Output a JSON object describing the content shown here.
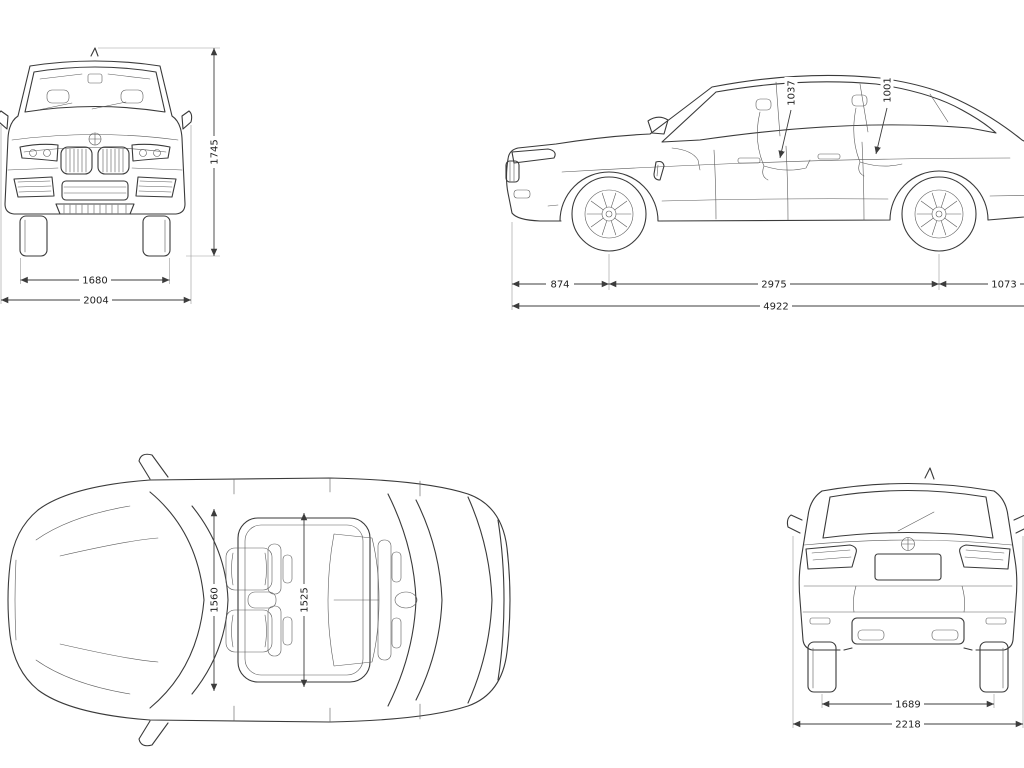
{
  "views": {
    "front": {
      "height": "1745",
      "track": "1680",
      "overall_width": "2004"
    },
    "side": {
      "front_overhang": "874",
      "wheelbase": "2975",
      "rear_overhang": "1073",
      "overall_length": "4922",
      "interior_front": "1037",
      "interior_rear": "1001"
    },
    "top": {
      "interior_width_front": "1560",
      "interior_width_rear": "1525"
    },
    "rear": {
      "track_rear": "1689",
      "width_incl_mirrors": "2218"
    }
  }
}
